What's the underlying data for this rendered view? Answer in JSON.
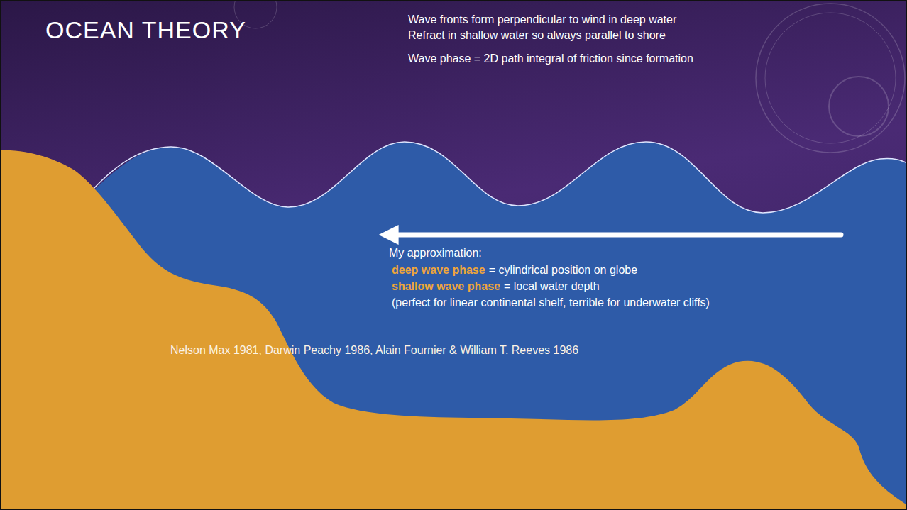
{
  "diagram": {
    "title": "OCEAN THEORY",
    "labels": [
      "Wave fronts form perpendicular to wind in deep water",
      "Refract in shallow water so always parallel to shore",
      "Wave phase = 2D path integral of friction since formation",
      "My approximation:",
      "deep wave phase",
      "= cylindrical position on globe",
      "shallow wave phase",
      "= local water depth",
      "(perfect for linear continental shelf, terrible for underwater cliffs)",
      "Nelson Max 1981, Darwin Peachy 1986, Alain Fournier & William T. Reeves 1986"
    ]
  }
}
